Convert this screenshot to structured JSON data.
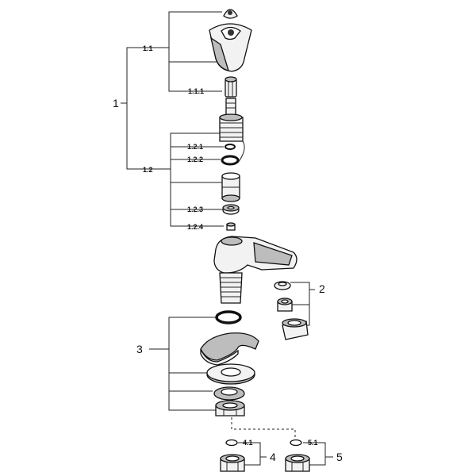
{
  "labels": {
    "l1": "1",
    "l1_1": "1.1",
    "l1_1_1": "1.1.1",
    "l1_2": "1.2",
    "l1_2_1": "1.2.1",
    "l1_2_2": "1.2.2",
    "l1_2_3": "1.2.3",
    "l1_2_4": "1.2.4",
    "l2": "2",
    "l3": "3",
    "l4": "4",
    "l4_1": "4.1",
    "l5": "5",
    "l5_1": "5.1"
  }
}
